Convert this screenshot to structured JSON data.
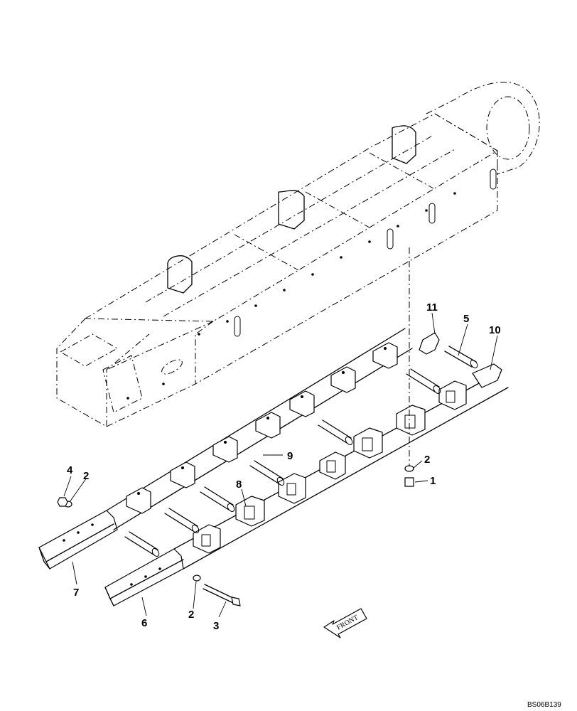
{
  "callouts": {
    "c1": "1",
    "c2a": "2",
    "c2b": "2",
    "c2c": "2",
    "c3": "3",
    "c4": "4",
    "c5": "5",
    "c6": "6",
    "c7": "7",
    "c8": "8",
    "c9": "9",
    "c10": "10",
    "c11": "11"
  },
  "front_arrow": {
    "label": "FRONT"
  },
  "drawing_code": "BS06B139"
}
